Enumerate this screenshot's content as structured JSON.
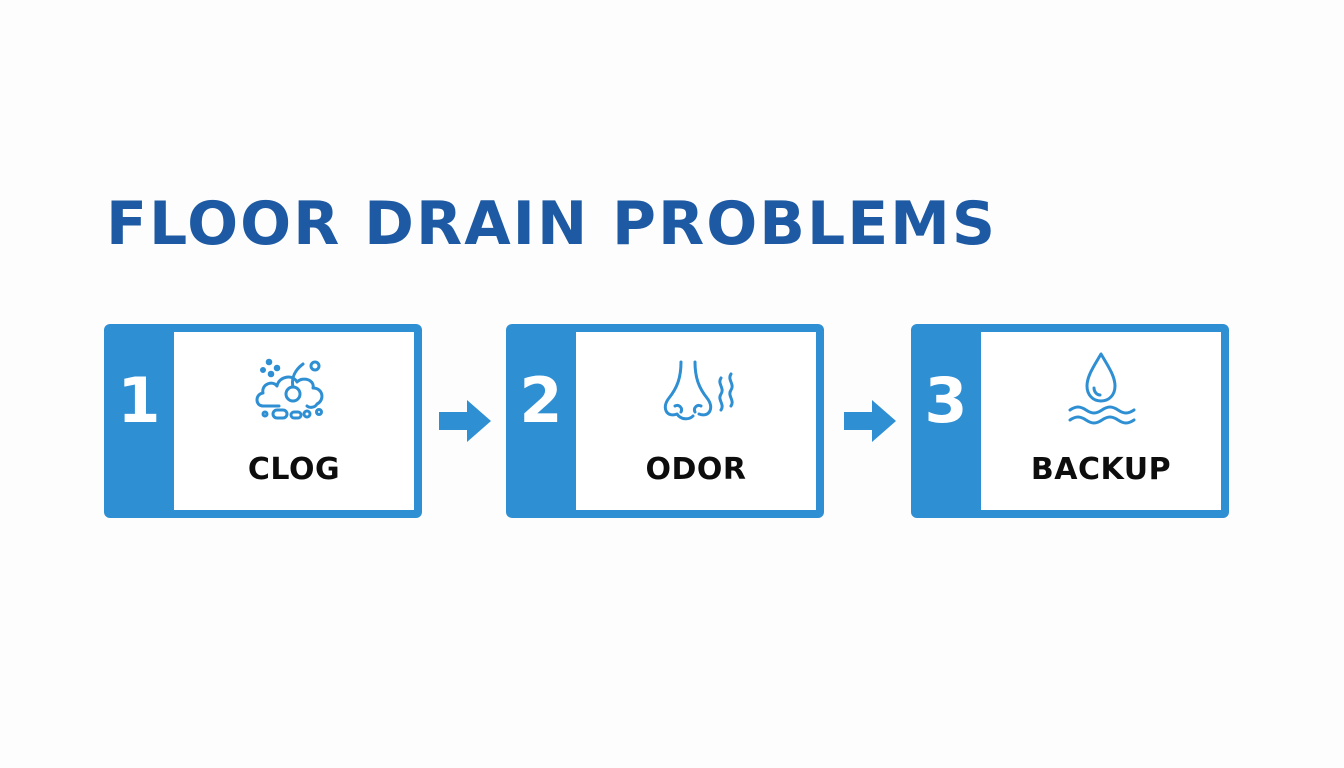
{
  "title": "FLOOR DRAIN PROBLEMS",
  "colors": {
    "title": "#1e5aa3",
    "accent": "#2f8fd3",
    "label": "#0d0d0d",
    "background": "#fdfdfd"
  },
  "steps": [
    {
      "number": "1",
      "label": "CLOG",
      "icon": "clog-icon"
    },
    {
      "number": "2",
      "label": "ODOR",
      "icon": "nose-odor-icon"
    },
    {
      "number": "3",
      "label": "BACKUP",
      "icon": "water-drop-wave-icon"
    }
  ],
  "connectors": [
    "arrow-right-icon",
    "arrow-right-icon"
  ]
}
